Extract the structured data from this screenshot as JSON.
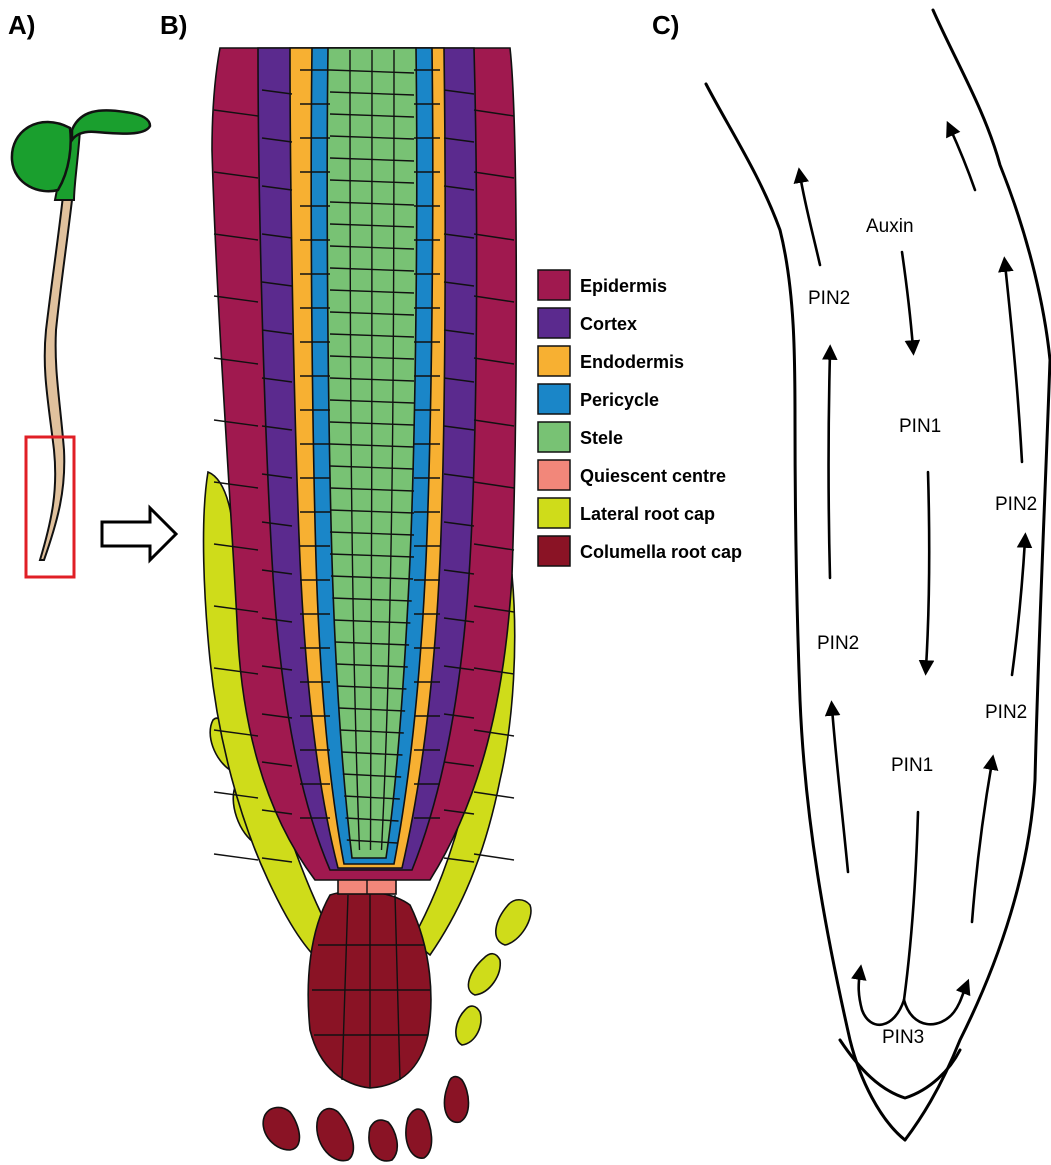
{
  "panels": {
    "a": "A)",
    "b": "B)",
    "c": "C)"
  },
  "colors": {
    "epidermis": "#a0194f",
    "cortex": "#5b2a8e",
    "endodermis": "#f7b032",
    "pericycle": "#1a86c8",
    "stele": "#78c274",
    "quiescent": "#f2877a",
    "lateral_cap": "#cfdc1a",
    "columella": "#8a1325",
    "seedling_leaf": "#1a9f2e",
    "seedling_root": "#e0c19d",
    "highlight_box": "#e01f26"
  },
  "legend": [
    {
      "label": "Epidermis",
      "color": "#a0194f"
    },
    {
      "label": "Cortex",
      "color": "#5b2a8e"
    },
    {
      "label": "Endodermis",
      "color": "#f7b032"
    },
    {
      "label": "Pericycle",
      "color": "#1a86c8"
    },
    {
      "label": "Stele",
      "color": "#78c274"
    },
    {
      "label": "Quiescent centre",
      "color": "#f2877a"
    },
    {
      "label": "Lateral root cap",
      "color": "#cfdc1a"
    },
    {
      "label": "Columella root cap",
      "color": "#8a1325"
    }
  ],
  "panel_c": {
    "auxin": "Auxin",
    "pin1_upper": "PIN1",
    "pin1_lower": "PIN1",
    "pin2_left_upper": "PIN2",
    "pin2_left_lower": "PIN2",
    "pin2_right_upper": "PIN2",
    "pin2_right_lower": "PIN2",
    "pin3": "PIN3"
  }
}
